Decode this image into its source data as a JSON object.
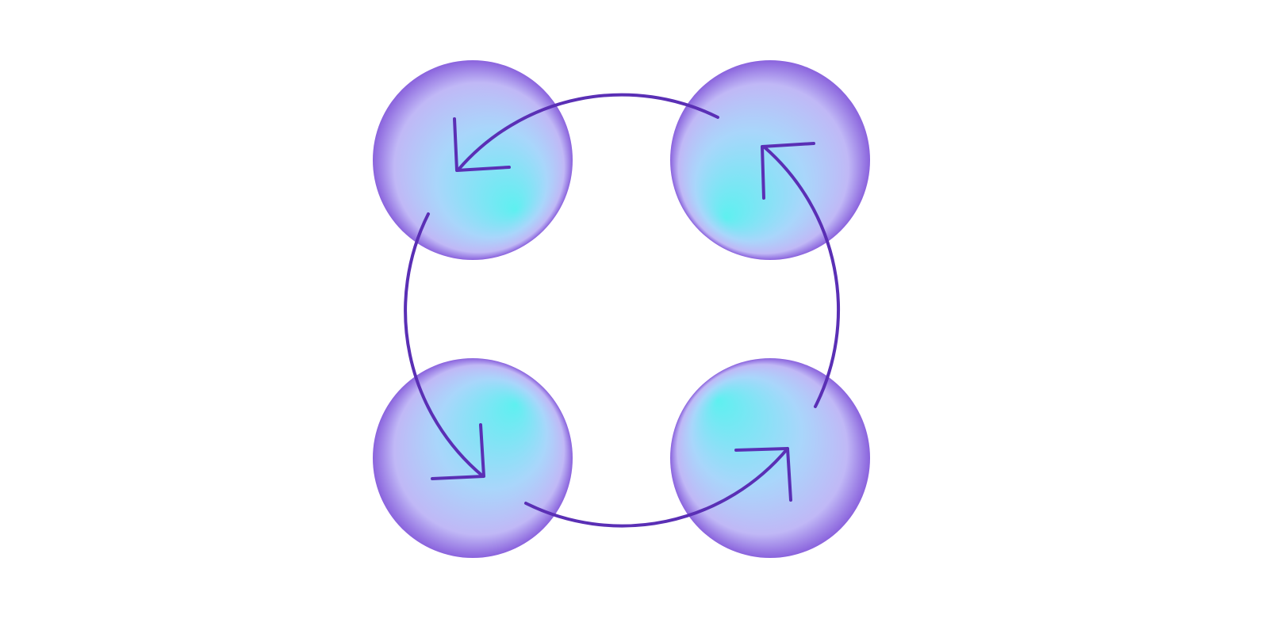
{
  "colors": {
    "background": "#ffffff",
    "arrow_stroke": "#5a2fb5",
    "circle_outer": "#8a63dd",
    "circle_mid": "#b9c4fb",
    "circle_inner": "#5ef0f0"
  },
  "diagram": {
    "type": "cycle",
    "node_count": 4,
    "arrow_direction": "counterclockwise"
  }
}
